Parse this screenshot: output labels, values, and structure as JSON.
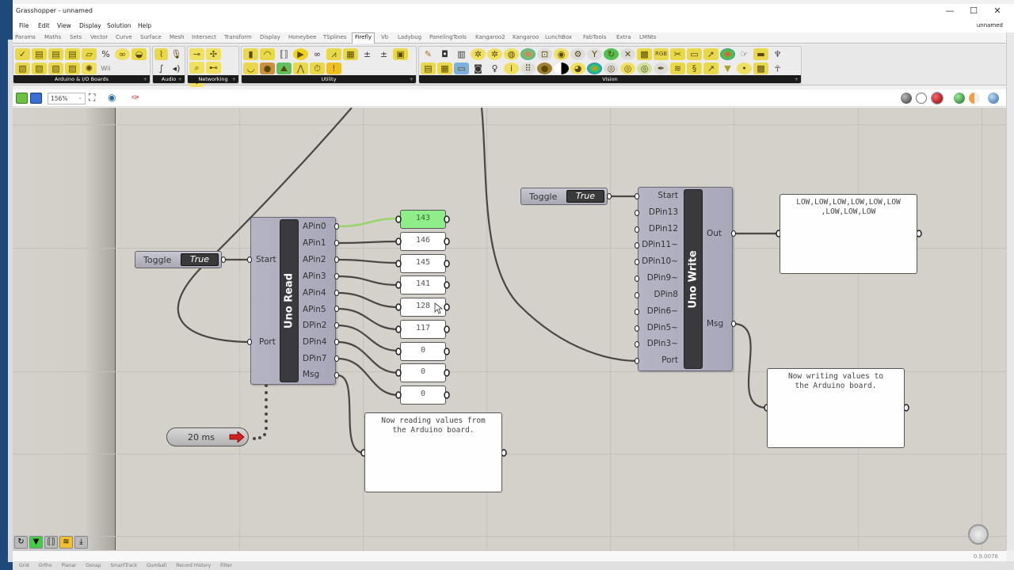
{
  "window": {
    "title": "Grasshopper - unnamed",
    "doc_name": "unnamed",
    "controls": {
      "minimize": "—",
      "maximize": "☐",
      "close": "✕"
    }
  },
  "menu": [
    "File",
    "Edit",
    "View",
    "Display",
    "Solution",
    "Help"
  ],
  "tabs": [
    {
      "label": "Params"
    },
    {
      "label": "Maths"
    },
    {
      "label": "Sets"
    },
    {
      "label": "Vector"
    },
    {
      "label": "Curve"
    },
    {
      "label": "Surface"
    },
    {
      "label": "Mesh"
    },
    {
      "label": "Intersect"
    },
    {
      "label": "Transform"
    },
    {
      "label": "Display"
    },
    {
      "label": "Honeybee"
    },
    {
      "label": "TSplines"
    },
    {
      "label": "Firefly",
      "active": true
    },
    {
      "label": "Vb"
    },
    {
      "label": "Ladybug"
    },
    {
      "label": "PanelingTools"
    },
    {
      "label": "Kangaroo2"
    },
    {
      "label": "Kangaroo"
    },
    {
      "label": "LunchBox"
    },
    {
      "label": "FabTools"
    },
    {
      "label": "Extra"
    },
    {
      "label": "LMNts"
    }
  ],
  "ribbon_groups": [
    {
      "label": "Arduino & I/O Boards",
      "icon_count": 14
    },
    {
      "label": "Audio",
      "icon_count": 4
    },
    {
      "label": "Networking",
      "icon_count": 5
    },
    {
      "label": "Utility",
      "icon_count": 16
    },
    {
      "label": "Vision",
      "icon_count": 44
    }
  ],
  "canvas_toolbar": {
    "zoom_level": "156%",
    "icons": [
      "open-file-icon",
      "save-icon",
      "zoom-extents-icon",
      "preview-eye-icon",
      "sketch-pen-icon"
    ],
    "right_icons": [
      "preview-off-sphere-icon",
      "wireframe-sphere-icon",
      "shaded-sphere-icon",
      "selected-green-sphere-icon",
      "document-sphere-icon",
      "preview-blue-sphere-icon"
    ]
  },
  "components": {
    "toggle_read": {
      "label": "Toggle",
      "value": "True"
    },
    "toggle_write": {
      "label": "Toggle",
      "value": "True"
    },
    "timer": {
      "label": "20 ms"
    },
    "uno_read": {
      "name": "Uno Read",
      "inputs": [
        "Start",
        "Port"
      ],
      "outputs": [
        "APin0",
        "APin1",
        "APin2",
        "APin3",
        "APin4",
        "APin5",
        "DPin2",
        "DPin4",
        "DPin7",
        "Msg"
      ]
    },
    "uno_write": {
      "name": "Uno Write",
      "inputs": [
        "Start",
        "DPin13",
        "DPin12",
        "DPin11~",
        "DPin10~",
        "DPin9~",
        "DPin8",
        "DPin6~",
        "DPin5~",
        "DPin3~",
        "Port"
      ],
      "outputs": [
        "Out",
        "Msg"
      ]
    },
    "read_values": [
      "143",
      "146",
      "145",
      "141",
      "128",
      "117",
      "0",
      "0",
      "0"
    ],
    "read_msg_panel": "Now reading values from the Arduino board.",
    "write_out_panel": "LOW,LOW,LOW,LOW,LOW,LOW,LOW,LOW,LOW",
    "write_out_panel_lines": [
      "LOW,LOW,LOW,LOW,LOW,LOW",
      ",LOW,LOW,LOW"
    ],
    "write_msg_panel": "Now writing values to the Arduino board.",
    "write_msg_panel_lines": [
      "Now writing values to",
      "the Arduino board."
    ],
    "read_msg_panel_lines": [
      "Now reading values from",
      "the Arduino board."
    ]
  },
  "colors": {
    "canvas_bg": "#d4d0ca",
    "component_body": "#b0b0c0",
    "component_band": "#3a3a3e",
    "highlight_panel": "#90ee8a",
    "wire": "#4a4642",
    "wire_selected": "#9ad46a"
  },
  "status": {
    "version": "0.9.0076"
  },
  "bottom_checks": [
    "Grid",
    "Ortho",
    "Planar",
    "Osnap",
    "SmartTrack",
    "Gumball",
    "Record History",
    "Filter"
  ]
}
